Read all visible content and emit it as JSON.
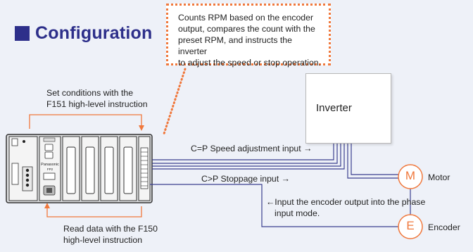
{
  "title": "Configuration",
  "callout": {
    "lines": [
      "Counts RPM based on the encoder",
      "output, compares the count with the",
      "preset RPM, and instructs the inverter",
      "to adjust the speed or stop operation."
    ]
  },
  "set_conditions": {
    "line1": "Set conditions with the",
    "line2": "F151 high-level instruction"
  },
  "read_data": {
    "line1": "Read data with the F150",
    "line2": "high-level instruction"
  },
  "plc": {
    "brand": "Panasonic",
    "model": "FP2"
  },
  "inverter": {
    "label": "Inverter"
  },
  "signals": {
    "speed": "C=P Speed adjustment input →",
    "stop": "C>P Stoppage input →",
    "encoder_line1": "←Input the encoder output into the phase",
    "encoder_line2": "input mode."
  },
  "motor": {
    "letter": "M",
    "label": "Motor"
  },
  "encoder": {
    "letter": "E",
    "label": "Encoder"
  },
  "colors": {
    "accent": "#f0783c",
    "title": "#2d2f8a",
    "wire": "#3a3f8f",
    "background": "#eef1f8"
  }
}
